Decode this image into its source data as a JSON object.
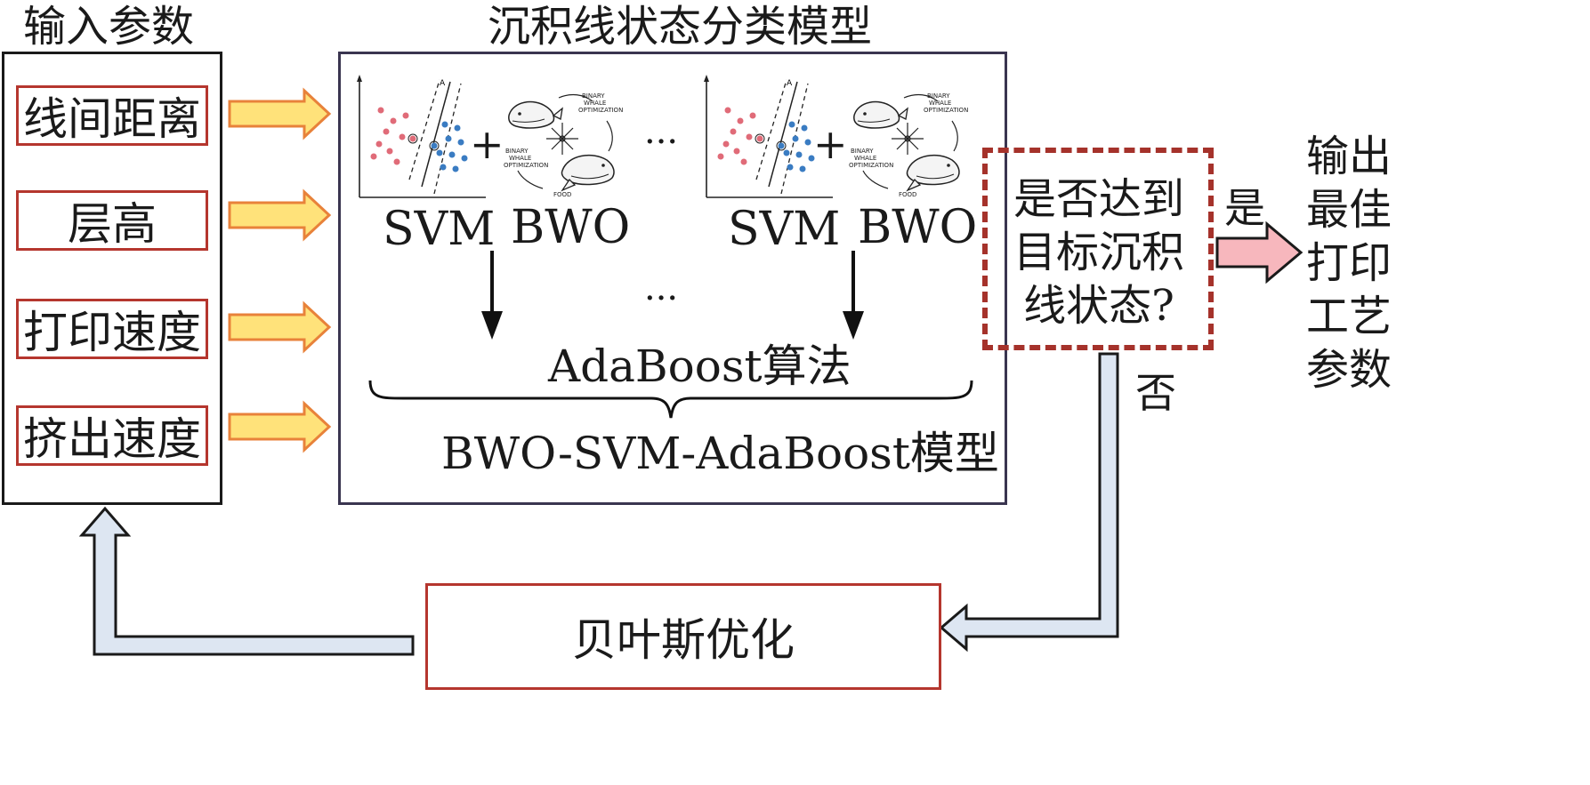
{
  "input_panel": {
    "title": "输入参数",
    "params": [
      "线间距离",
      "层高",
      "打印速度",
      "挤出速度"
    ]
  },
  "model_panel": {
    "title": "沉积线状态分类模型",
    "units": [
      {
        "svm_label": "SVM",
        "plus": "+",
        "bwo_label": "BWO"
      },
      {
        "svm_label": "SVM",
        "plus": "+",
        "bwo_label": "BWO"
      }
    ],
    "ellipsis_top": "···",
    "ellipsis_mid": "···",
    "whale_text_top": [
      "BINARY",
      "WHALE",
      "OPTIMIZATION"
    ],
    "whale_text_bottom": [
      "BINARY",
      "WHALE",
      "OPTIMIZATION"
    ],
    "whale_food": "FOOD",
    "svm_axis_label": "A",
    "adaboost_label": "AdaBoost算法",
    "combined_label": "BWO-SVM-AdaBoost模型"
  },
  "decision": {
    "lines": [
      "是否达到",
      "目标沉积",
      "线状态?"
    ],
    "yes_label": "是",
    "no_label": "否"
  },
  "output": {
    "lines": [
      "输出",
      "最佳",
      "打印",
      "工艺",
      "参数"
    ]
  },
  "bayes_box": {
    "label": "贝叶斯优化"
  },
  "colors": {
    "param_border": "#b5362e",
    "yellow_arrow_fill": "#ffe27a",
    "yellow_arrow_stroke": "#e8823a",
    "decision_border": "#a5322b",
    "pink_arrow_fill": "#f7b7bd",
    "blue_arrow_fill": "#dde6f2",
    "svm_red": "#e06b78",
    "svm_blue": "#3a7cc2",
    "model_border": "#3a3550"
  }
}
